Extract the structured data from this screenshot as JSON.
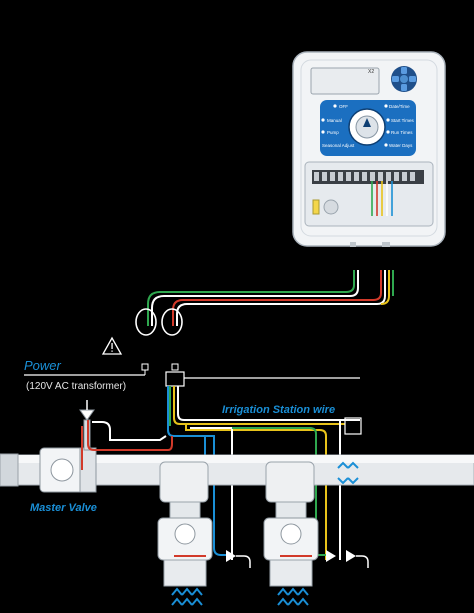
{
  "labels": {
    "power": "Power",
    "transformer": "(120V AC transformer)",
    "irrigation_wire": "Irrigation Station wire",
    "master_valve": "Master Valve"
  },
  "controller": {
    "model": "X2",
    "left_buttons": [
      "OFF",
      "Manual",
      "Pump",
      "Seasonal Adjust"
    ],
    "right_buttons": [
      "Date/Time",
      "Start Times",
      "Run Times",
      "Water Days"
    ]
  },
  "icons": [
    "warning-triangle-icon",
    "water-flow-icon",
    "dpad-icon"
  ],
  "colors": {
    "background": "#000000",
    "controller_body": "#f2f4f6",
    "accent_blue": "#1a8fd6",
    "wire_green": "#2fa84f",
    "wire_red": "#d23a2a",
    "wire_yellow": "#e8c31a",
    "wire_white": "#ffffff"
  }
}
